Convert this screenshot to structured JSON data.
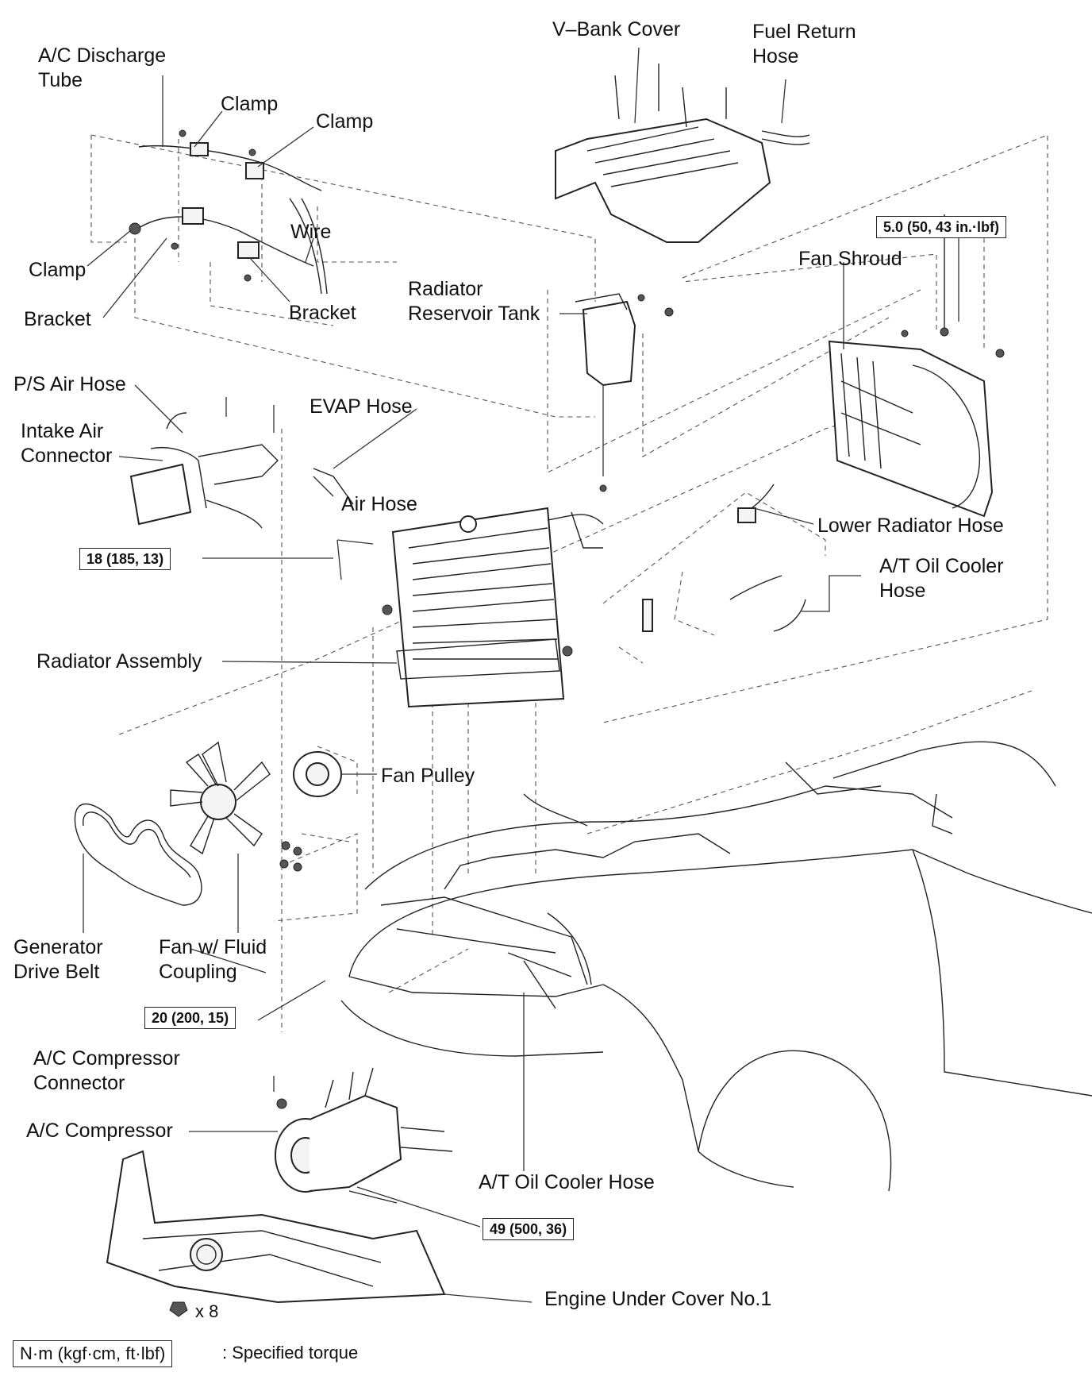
{
  "labels": {
    "ac_discharge_tube": [
      "A/C Discharge",
      "Tube"
    ],
    "clamp_top_1": "Clamp",
    "clamp_top_2": "Clamp",
    "clamp_left": "Clamp",
    "bracket_left": "Bracket",
    "bracket_mid": "Bracket",
    "wire": "Wire",
    "v_bank_cover": "V–Bank Cover",
    "fuel_return_hose": [
      "Fuel Return",
      "Hose"
    ],
    "fan_shroud": "Fan Shroud",
    "radiator_reservoir_tank": [
      "Radiator",
      "Reservoir Tank"
    ],
    "ps_air_hose": "P/S Air Hose",
    "intake_air_connector": [
      "Intake Air",
      "Connector"
    ],
    "evap_hose": "EVAP Hose",
    "air_hose": "Air Hose",
    "lower_radiator_hose": "Lower Radiator Hose",
    "at_oil_cooler_hose_right": [
      "A/T Oil Cooler",
      "Hose"
    ],
    "radiator_assembly": "Radiator Assembly",
    "fan_pulley": "Fan Pulley",
    "generator_drive_belt": [
      "Generator",
      "Drive Belt"
    ],
    "fan_fluid_coupling": [
      "Fan w/ Fluid",
      "Coupling"
    ],
    "ac_compressor_connector": [
      "A/C Compressor",
      "Connector"
    ],
    "ac_compressor": "A/C Compressor",
    "at_oil_cooler_hose_bottom": "A/T Oil Cooler Hose",
    "engine_under_cover": "Engine Under Cover No.1"
  },
  "torques": {
    "fan_shroud_bolt": "5.0 (50, 43 in.·lbf)",
    "radiator_bolt": "18 (185, 13)",
    "under_nut": "20 (200, 15)",
    "compressor_bolt": "49 (500, 36)"
  },
  "bolt_count": "x 8",
  "legend": {
    "unit": "N·m (kgf·cm, ft·lbf)",
    "text": ": Specified torque"
  }
}
